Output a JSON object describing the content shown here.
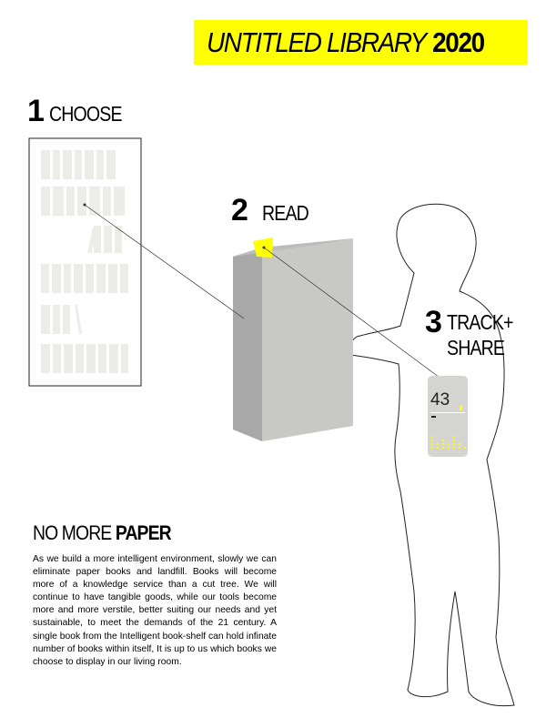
{
  "banner": {
    "title": "UNTITLED LIBRARY",
    "year": "2020"
  },
  "steps": [
    {
      "number": "1",
      "label": "CHOOSE"
    },
    {
      "number": "2",
      "label": "READ"
    },
    {
      "number": "3",
      "label": "TRACK+",
      "label2": "SHARE"
    }
  ],
  "phone": {
    "count": "43",
    "accent": "#ffff00"
  },
  "article": {
    "heading_light": "NO MORE",
    "heading_bold": "PAPER",
    "body": "As we build a more intelligent environment, slowly we can eliminate paper books and landfill. Books will become more of a knowledge service than a cut tree. We will continue to have tangible goods, while our tools become more and more verstile, better suiting our needs and yet sustainable, to meet the demands of the 21 century. A single book from the Intelligent book-shelf can hold infinate number of books within itself, It is up to us which books we choose to display in our living room."
  }
}
